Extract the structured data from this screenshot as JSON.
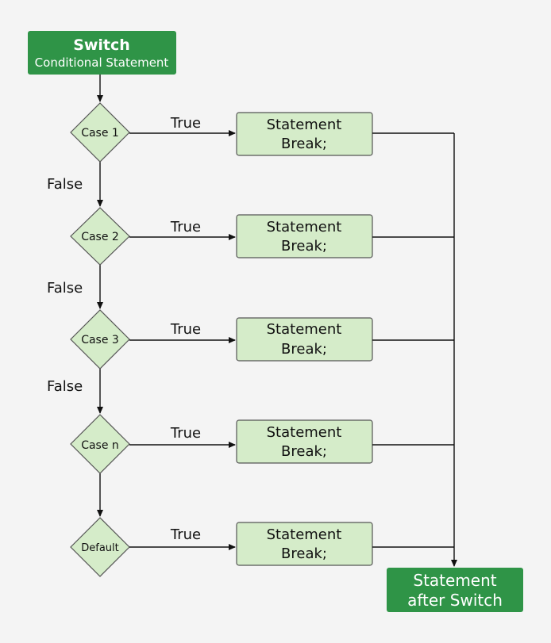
{
  "start": {
    "title": "Switch",
    "subtitle": "Conditional Statement"
  },
  "cases": [
    {
      "label": "Case 1",
      "true_label": "True",
      "statement_line1": "Statement",
      "statement_line2": "Break;",
      "false_label": "False"
    },
    {
      "label": "Case 2",
      "true_label": "True",
      "statement_line1": "Statement",
      "statement_line2": "Break;",
      "false_label": "False"
    },
    {
      "label": "Case 3",
      "true_label": "True",
      "statement_line1": "Statement",
      "statement_line2": "Break;",
      "false_label": "False"
    },
    {
      "label": "Case n",
      "true_label": "True",
      "statement_line1": "Statement",
      "statement_line2": "Break;"
    },
    {
      "label": "Default",
      "true_label": "True",
      "statement_line1": "Statement",
      "statement_line2": "Break;"
    }
  ],
  "end": {
    "line1": "Statement",
    "line2": "after Switch"
  },
  "colors": {
    "background": "#f4f4f4",
    "dark_green": "#2f9447",
    "light_green": "#d5ecc9",
    "light_green_border": "#555555",
    "line": "#111111"
  }
}
